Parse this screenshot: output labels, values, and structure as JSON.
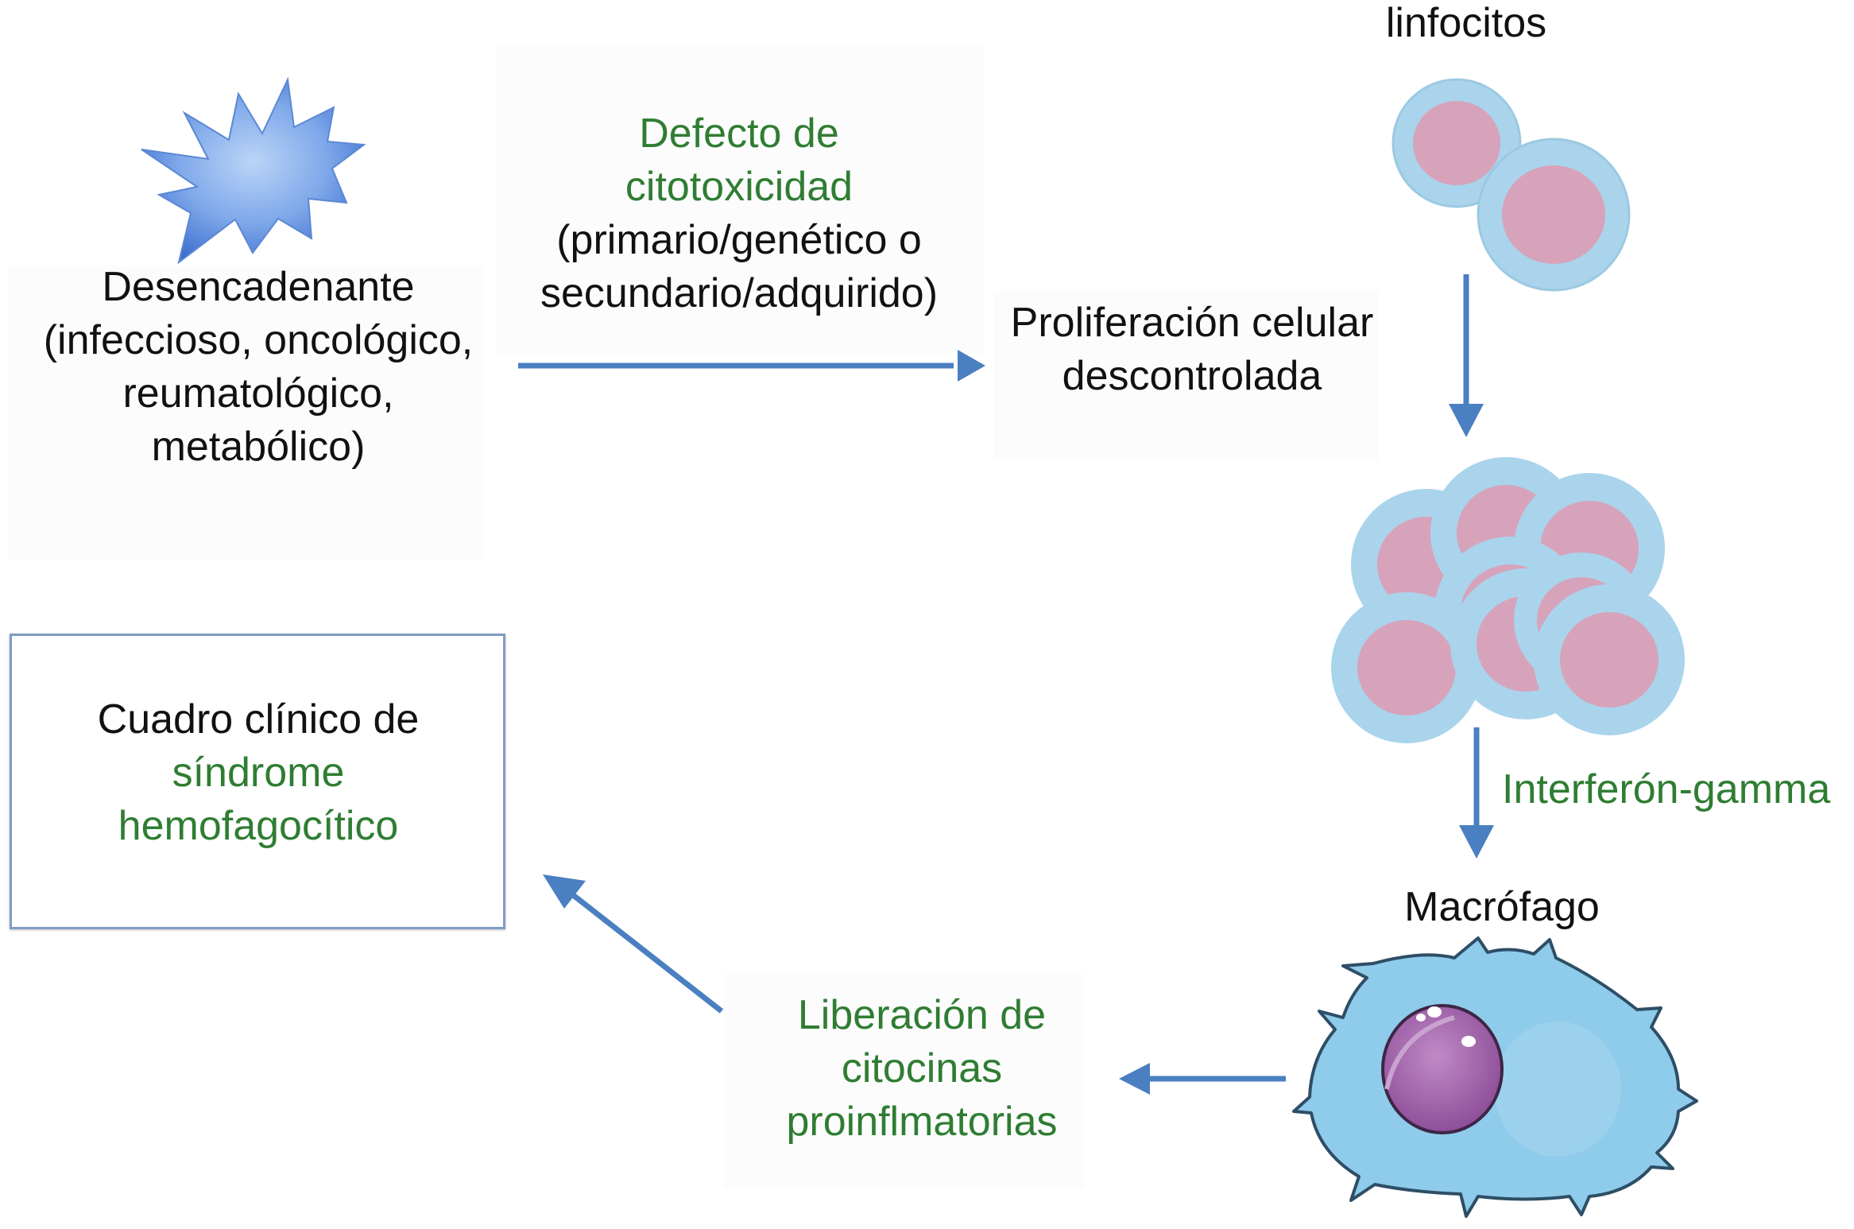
{
  "colors": {
    "arrow": "#4a7fc1",
    "green_text": "#2f7d32",
    "black_text": "#111111",
    "cell_outer": "#a9d4ec",
    "cell_nucleus": "#d6a3bb",
    "macrophage_body": "#8fcbea",
    "macrophage_nucleus": "#9c5aa6",
    "starburst": "#6b9ce3"
  },
  "nodes": {
    "trigger": {
      "icon": "starburst-icon",
      "lines": [
        "Desencadenante",
        "(infeccioso, oncológico,",
        "reumatológico,",
        "metabólico)"
      ]
    },
    "defect": {
      "green_lines": [
        "Defecto de",
        "citotoxicidad"
      ],
      "black_lines": [
        "(primario/genético o",
        "secundario/adquirido)"
      ]
    },
    "proliferation": {
      "lines": [
        "Proliferación celular",
        "descontrolada"
      ]
    },
    "lymphocytes": {
      "label": "linfocitos",
      "icon": "lymphocyte-pair-icon"
    },
    "proliferated_cells": {
      "icon": "lymphocyte-cluster-icon"
    },
    "interferon": {
      "label": "Interferón-gamma"
    },
    "macrophage": {
      "label": "Macrófago",
      "icon": "macrophage-icon"
    },
    "cytokines": {
      "lines": [
        "Liberación de",
        "citocinas",
        "proinflmatorias"
      ]
    },
    "clinical": {
      "black_lines": [
        "Cuadro clínico de"
      ],
      "green_lines": [
        "síndrome",
        "hemofagocítico"
      ]
    }
  }
}
